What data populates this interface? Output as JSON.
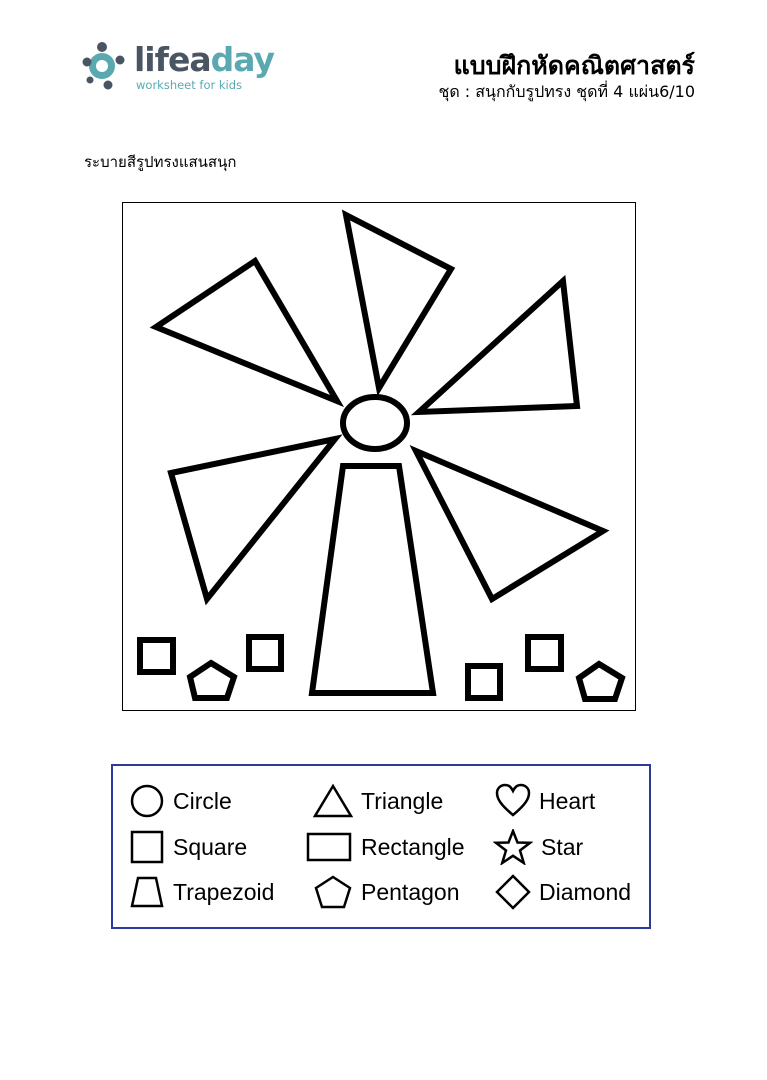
{
  "header": {
    "logo_text_main": "lifea",
    "logo_text_accent": "day",
    "logo_tagline": "worksheet for kids",
    "title": "แบบฝึกหัดคณิตศาสตร์",
    "subtitle": "ชุด : สนุกกับรูปทรง  ชุดที่ 4 แผ่น6/10"
  },
  "instruction": "ระบายสีรูปทรงแสนสนุก",
  "picture": {
    "subject": "windmill made of shapes",
    "shapes": [
      "circle",
      "triangle",
      "triangle",
      "triangle",
      "triangle",
      "triangle",
      "trapezoid",
      "square",
      "square",
      "square",
      "square",
      "pentagon",
      "pentagon"
    ]
  },
  "legend": {
    "items": [
      {
        "label": "Circle",
        "icon": "circle-icon"
      },
      {
        "label": "Triangle",
        "icon": "triangle-icon"
      },
      {
        "label": "Heart",
        "icon": "heart-icon"
      },
      {
        "label": "Square",
        "icon": "square-icon"
      },
      {
        "label": "Rectangle",
        "icon": "rectangle-icon"
      },
      {
        "label": "Star",
        "icon": "star-icon"
      },
      {
        "label": "Trapezoid",
        "icon": "trapezoid-icon"
      },
      {
        "label": "Pentagon",
        "icon": "pentagon-icon"
      },
      {
        "label": "Diamond",
        "icon": "diamond-icon"
      }
    ]
  },
  "colors": {
    "logo_dark": "#4a5563",
    "logo_accent": "#5aa9b1",
    "legend_border": "#2b3a9b"
  }
}
